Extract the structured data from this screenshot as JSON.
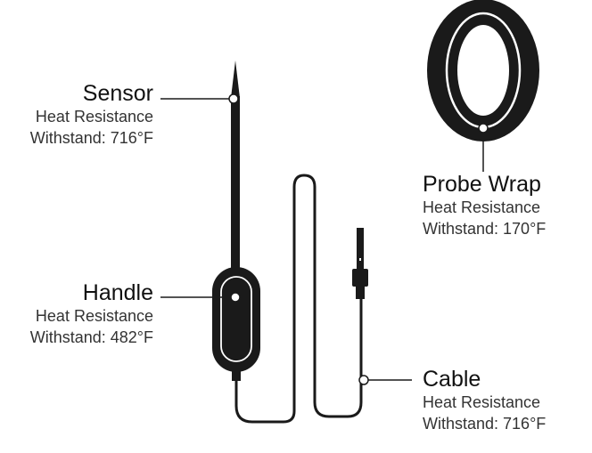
{
  "labels": {
    "sensor": {
      "title": "Sensor",
      "line1": "Heat Resistance",
      "line2": "Withstand: 716°F"
    },
    "handle": {
      "title": "Handle",
      "line1": "Heat Resistance",
      "line2": "Withstand: 482°F"
    },
    "probe_wrap": {
      "title": "Probe Wrap",
      "line1": "Heat Resistance",
      "line2": "Withstand: 170°F"
    },
    "cable": {
      "title": "Cable",
      "line1": "Heat Resistance",
      "line2": "Withstand: 716°F"
    }
  },
  "colors": {
    "ink": "#1a1a1a",
    "background": "#ffffff"
  }
}
